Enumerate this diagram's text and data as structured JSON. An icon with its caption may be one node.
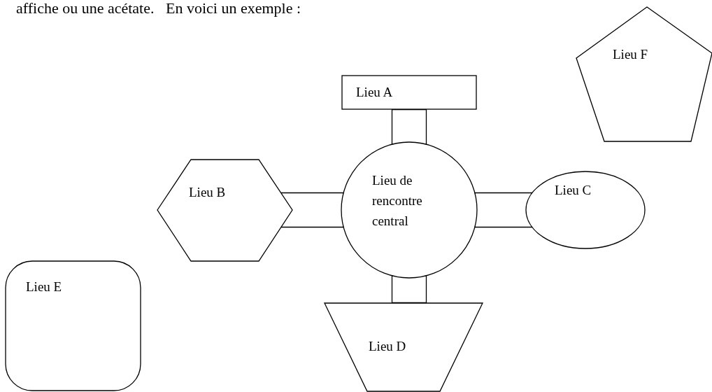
{
  "diagram": {
    "nodes": [
      {
        "text": [
          "Lieu A"
        ]
      },
      {
        "text": [
          "Lieu F"
        ]
      },
      {
        "text": [
          "Lieu B"
        ]
      },
      {
        "text": [
          "Lieu de rencontre central"
        ]
      },
      {
        "text": [
          "Lieu C"
        ]
      },
      {
        "text": [
          "Lieu E"
        ]
      },
      {
        "text": [
          "Lieu D"
        ]
      }
    ],
    "edges": [
      {
        "from": 3,
        "to": 0,
        "arrow": "none"
      },
      {
        "from": 3,
        "to": 2,
        "arrow": "none"
      },
      {
        "from": 3,
        "to": 4,
        "arrow": "none"
      },
      {
        "from": 3,
        "to": 6,
        "arrow": "none"
      }
    ],
    "labels": [
      "affiche ou une acétate.   En voici un exemple :"
    ]
  }
}
